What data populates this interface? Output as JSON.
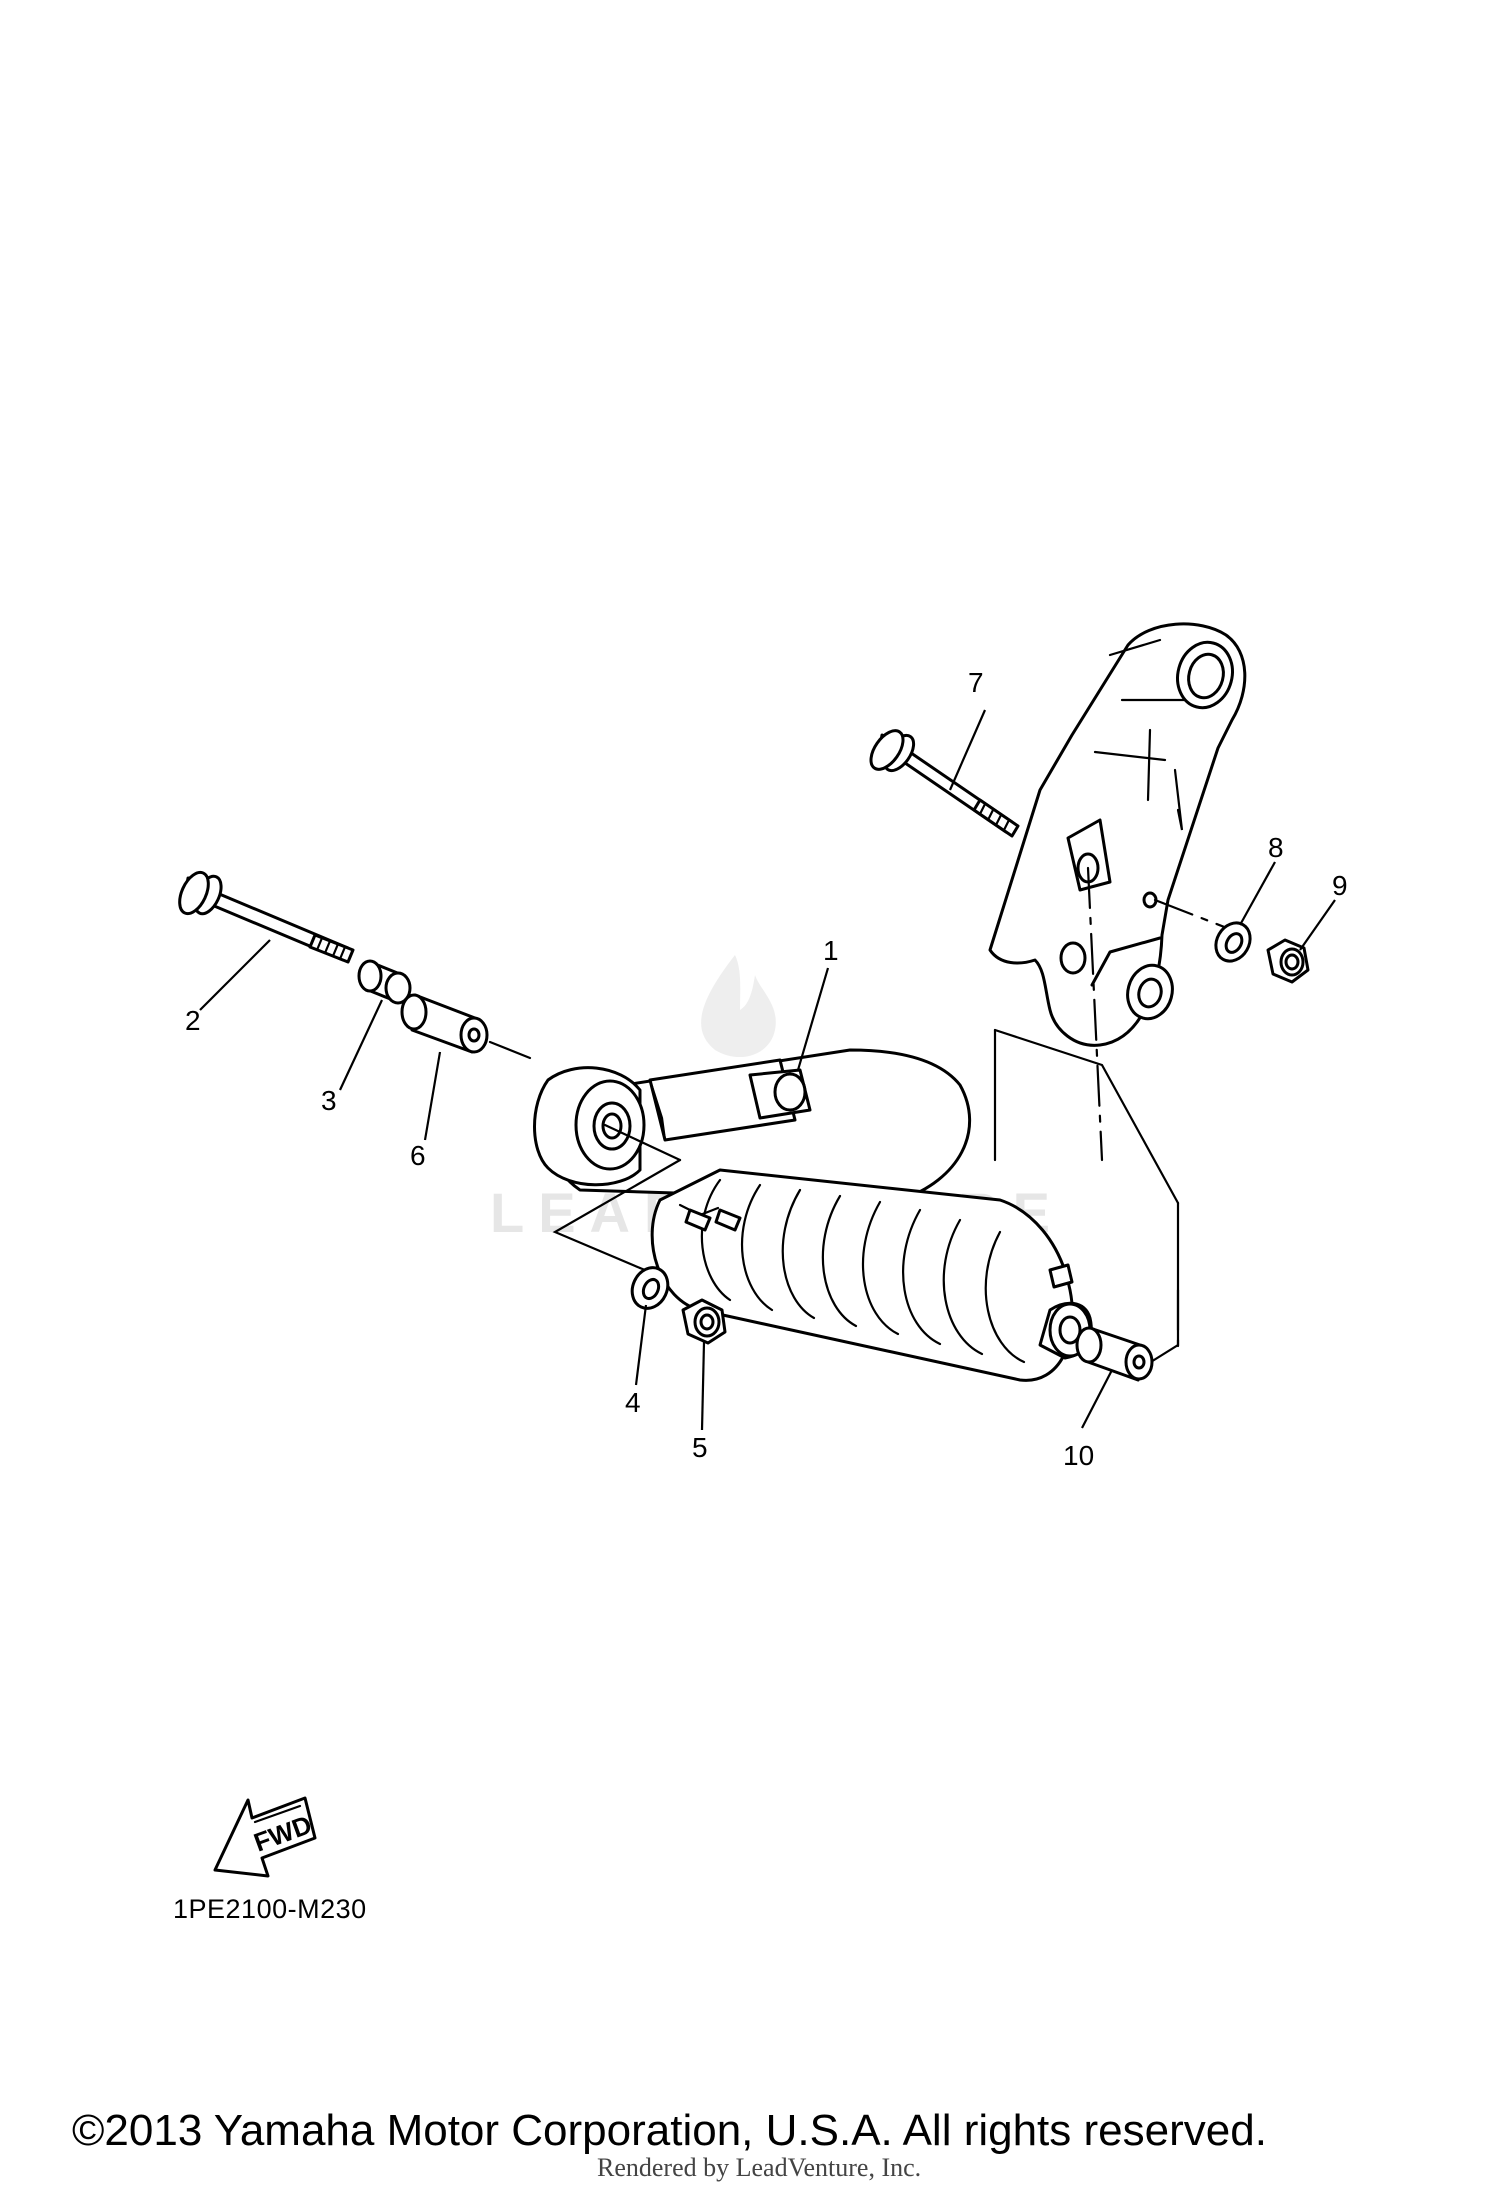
{
  "diagram_code": "1PE2100-M230",
  "copyright": "©2013 Yamaha Motor Corporation, U.S.A. All rights reserved.",
  "rendered_by": "Rendered by LeadVenture, Inc.",
  "watermark": "LEADVENTURE",
  "fwd_label": "FWD",
  "callouts": [
    "1",
    "2",
    "3",
    "4",
    "5",
    "6",
    "7",
    "8",
    "9",
    "10"
  ]
}
